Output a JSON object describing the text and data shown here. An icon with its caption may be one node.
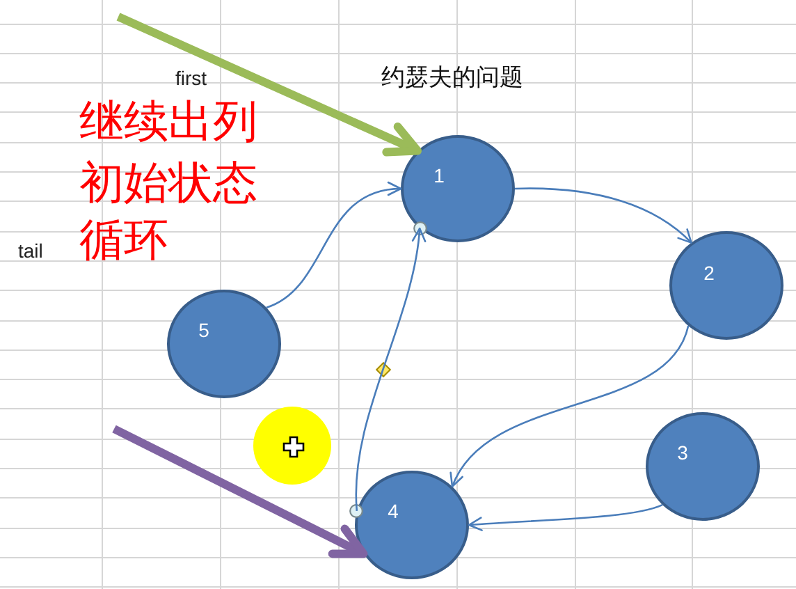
{
  "diagram": {
    "title": "约瑟夫的问题",
    "nodes": [
      {
        "text": [
          "1"
        ]
      },
      {
        "text": [
          "2"
        ]
      },
      {
        "text": [
          "3"
        ]
      },
      {
        "text": [
          "4"
        ]
      },
      {
        "text": [
          "5"
        ]
      }
    ],
    "edges": [
      {
        "from": 4,
        "to": 0,
        "arrow": "to"
      },
      {
        "from": 0,
        "to": 1,
        "arrow": "to"
      },
      {
        "from": 1,
        "to": 3,
        "arrow": "to"
      },
      {
        "from": 2,
        "to": 3,
        "arrow": "to"
      },
      {
        "from": 3,
        "to": 0,
        "arrow": "to"
      },
      {
        "from": null,
        "to": 0,
        "arrow": "to",
        "style": "thick",
        "color": "#9bbb59"
      },
      {
        "from": null,
        "to": 3,
        "arrow": "to",
        "style": "thick",
        "color": "#8064a2"
      }
    ],
    "labels": [
      "first",
      "继续出列",
      "初始状态",
      "循环",
      "tail"
    ]
  }
}
